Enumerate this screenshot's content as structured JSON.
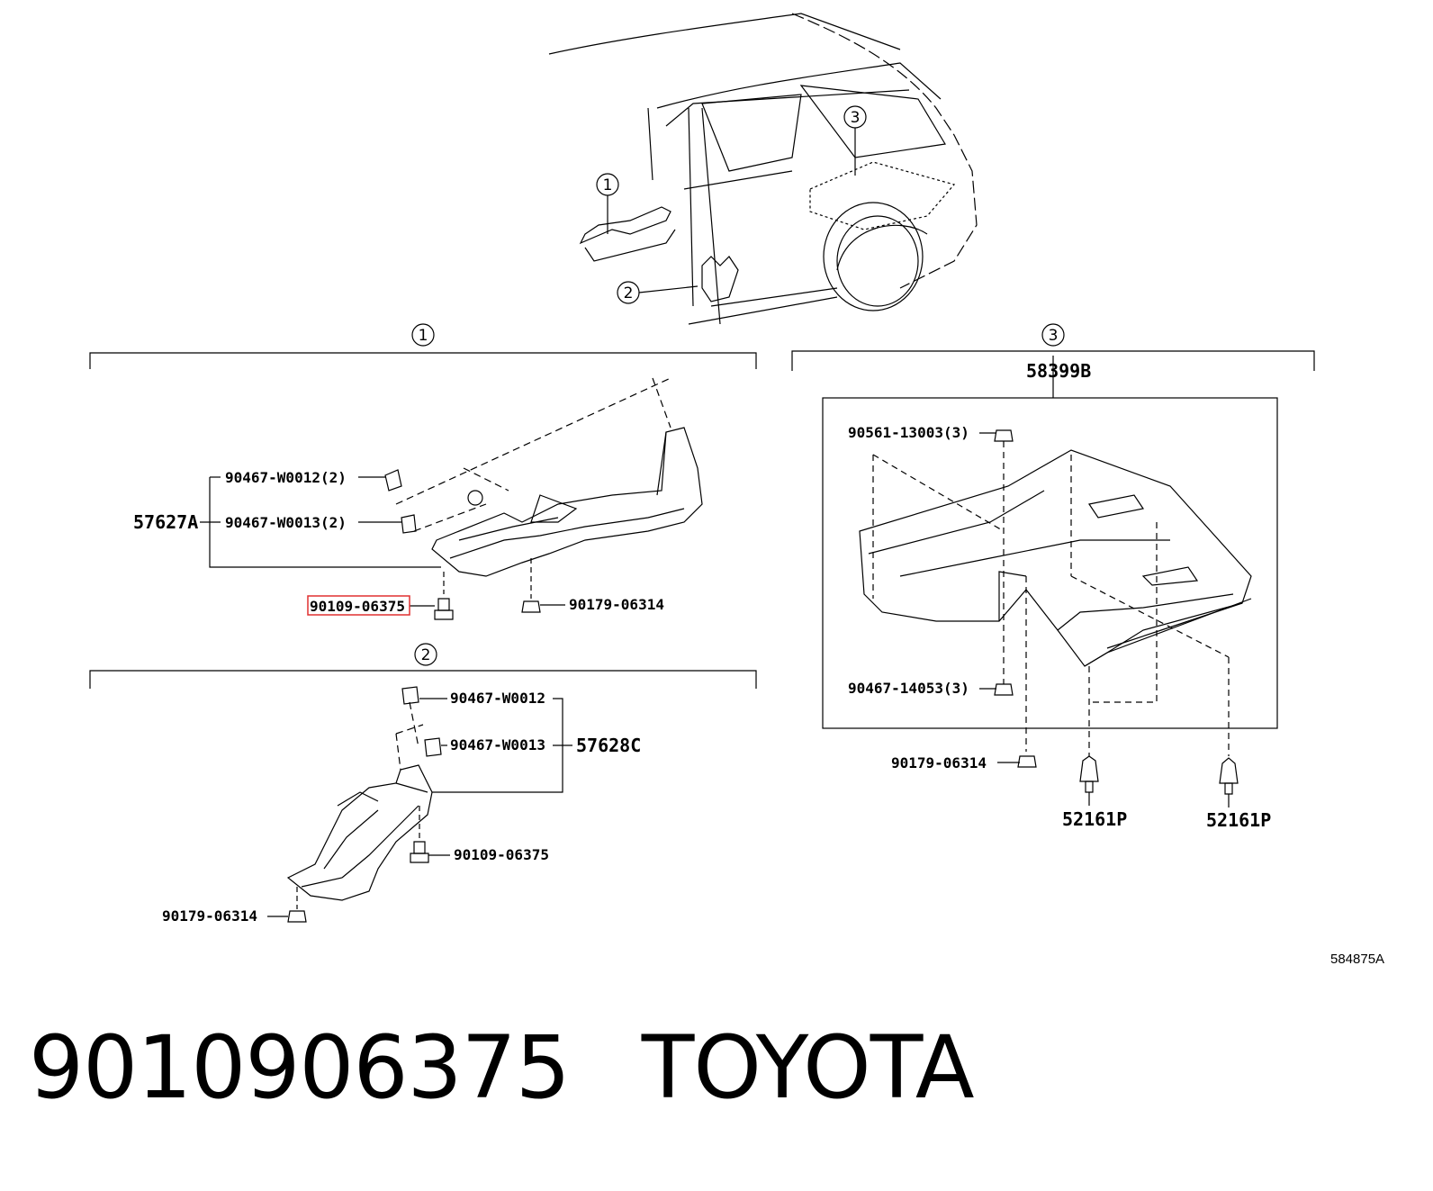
{
  "figure_number": "584875A",
  "caption": {
    "part_number": "9010906375",
    "brand": "TOYOTA"
  },
  "callouts": [
    "1",
    "2",
    "3"
  ],
  "section1": {
    "callout": "1",
    "assembly": "57627A",
    "labels": {
      "a": "90467-W0012(2)",
      "b": "90467-W0013(2)",
      "c": "90109-06375",
      "d": "90179-06314"
    },
    "highlight_color": "#e03030"
  },
  "section2": {
    "callout": "2",
    "assembly": "57628C",
    "labels": {
      "a": "90467-W0012",
      "b": "90467-W0013",
      "c": "90109-06375",
      "d": "90179-06314"
    }
  },
  "section3": {
    "callout": "3",
    "assembly": "58399B",
    "labels": {
      "a": "90561-13003(3)",
      "b": "90467-14053(3)",
      "c": "90179-06314",
      "d": "52161P",
      "e": "52161P"
    }
  }
}
